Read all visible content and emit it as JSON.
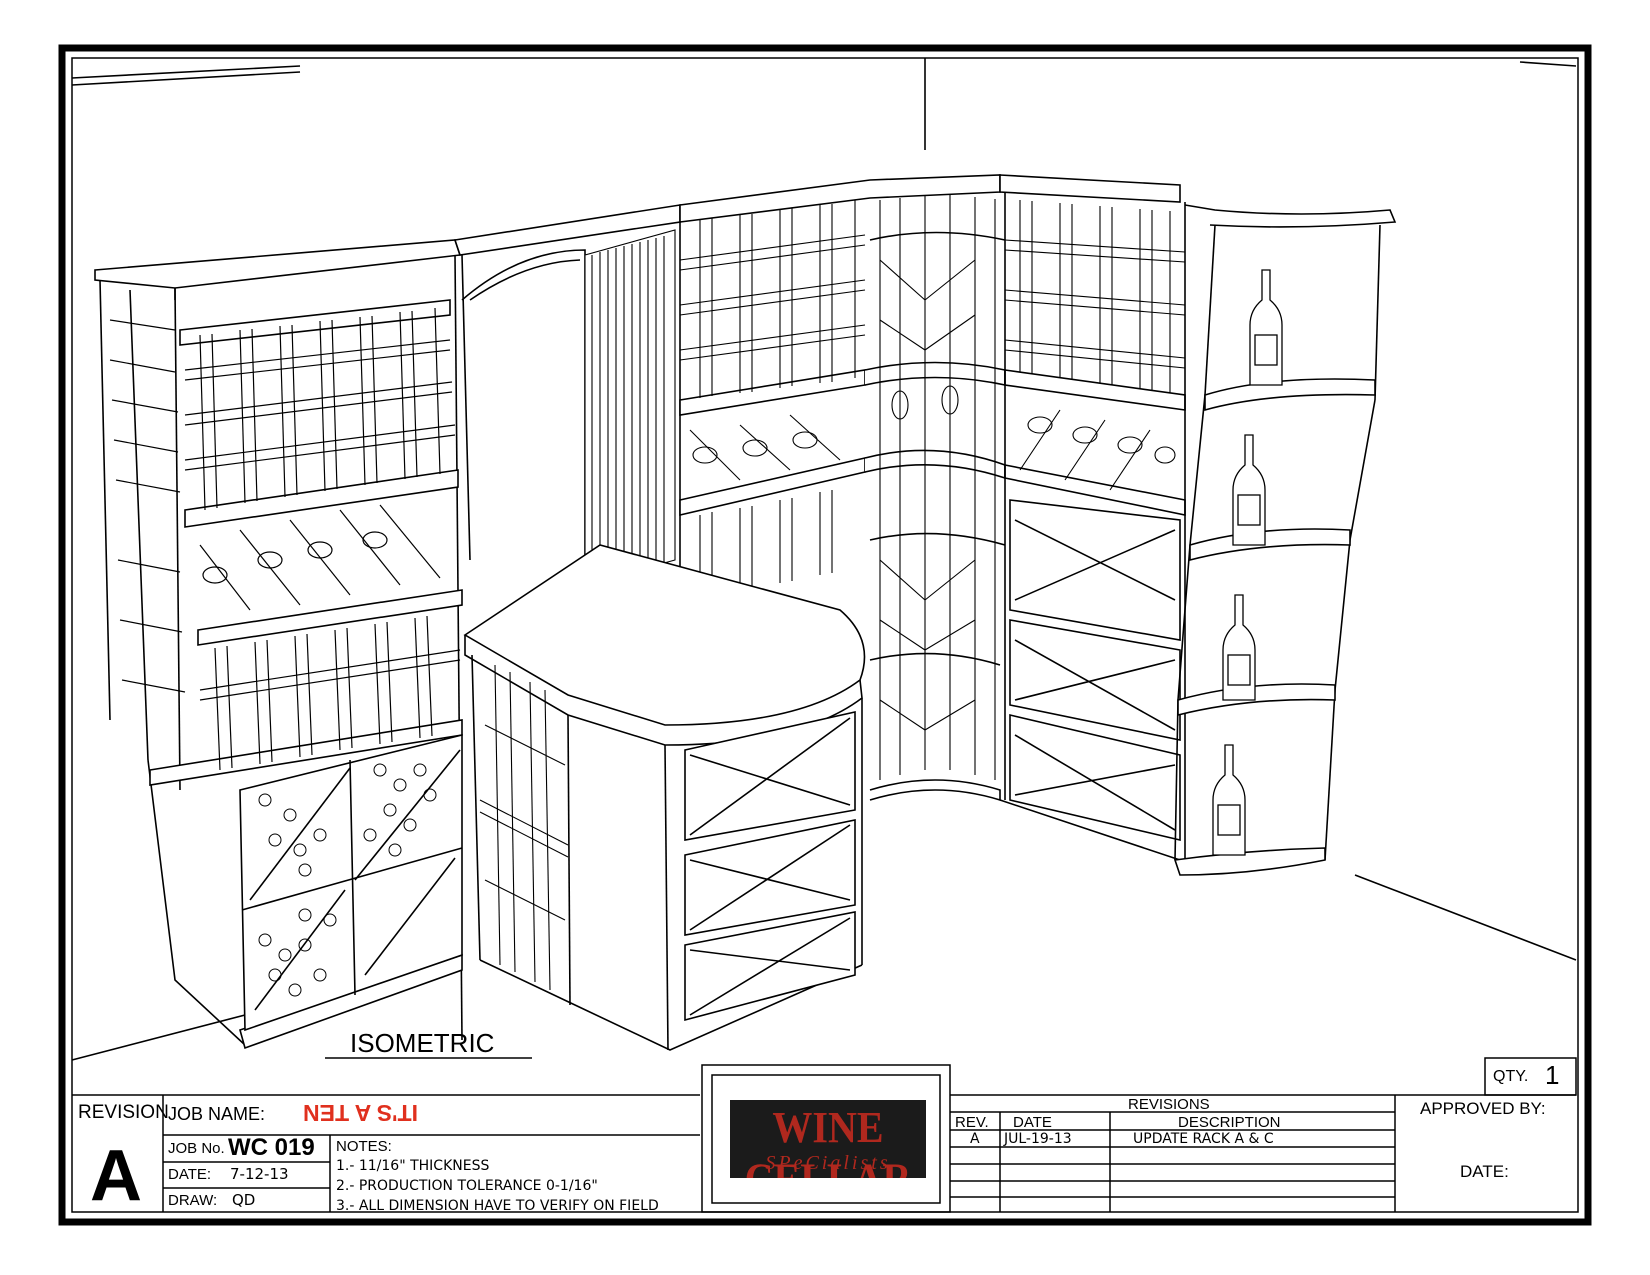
{
  "drawing": {
    "view_label": "ISOMETRIC"
  },
  "title_block": {
    "revision_label": "REVISION",
    "revision_letter": "A",
    "job_name_label": "JOB  NAME:",
    "job_name_value": "IT'S A TEN",
    "job_no_label": "JOB  No.",
    "job_no_value": "WC 019",
    "date_label": "DATE:",
    "date_value": "7-12-13",
    "draw_label": "DRAW:",
    "draw_value": "QD",
    "notes_label": "NOTES:",
    "notes": [
      "1.- 11/16\" THICKNESS",
      "2.- PRODUCTION TOLERANCE 0-1/16\"",
      "3.- ALL DIMENSION HAVE TO VERIFY ON FIELD"
    ],
    "logo_line1": "WINE CELLAR",
    "logo_line2": "SPeCialists",
    "revisions_title": "REVISIONS",
    "rev_header": "REV.",
    "date_header": "DATE",
    "description_header": "DESCRIPTION",
    "revisions": [
      {
        "rev": "A",
        "date": "JUL-19-13",
        "description": "UPDATE  RACK  A  &  C"
      }
    ],
    "qty_label": "QTY.",
    "qty_value": "1",
    "approved_label": "APPROVED  BY:",
    "approved_date_label": "DATE:"
  }
}
